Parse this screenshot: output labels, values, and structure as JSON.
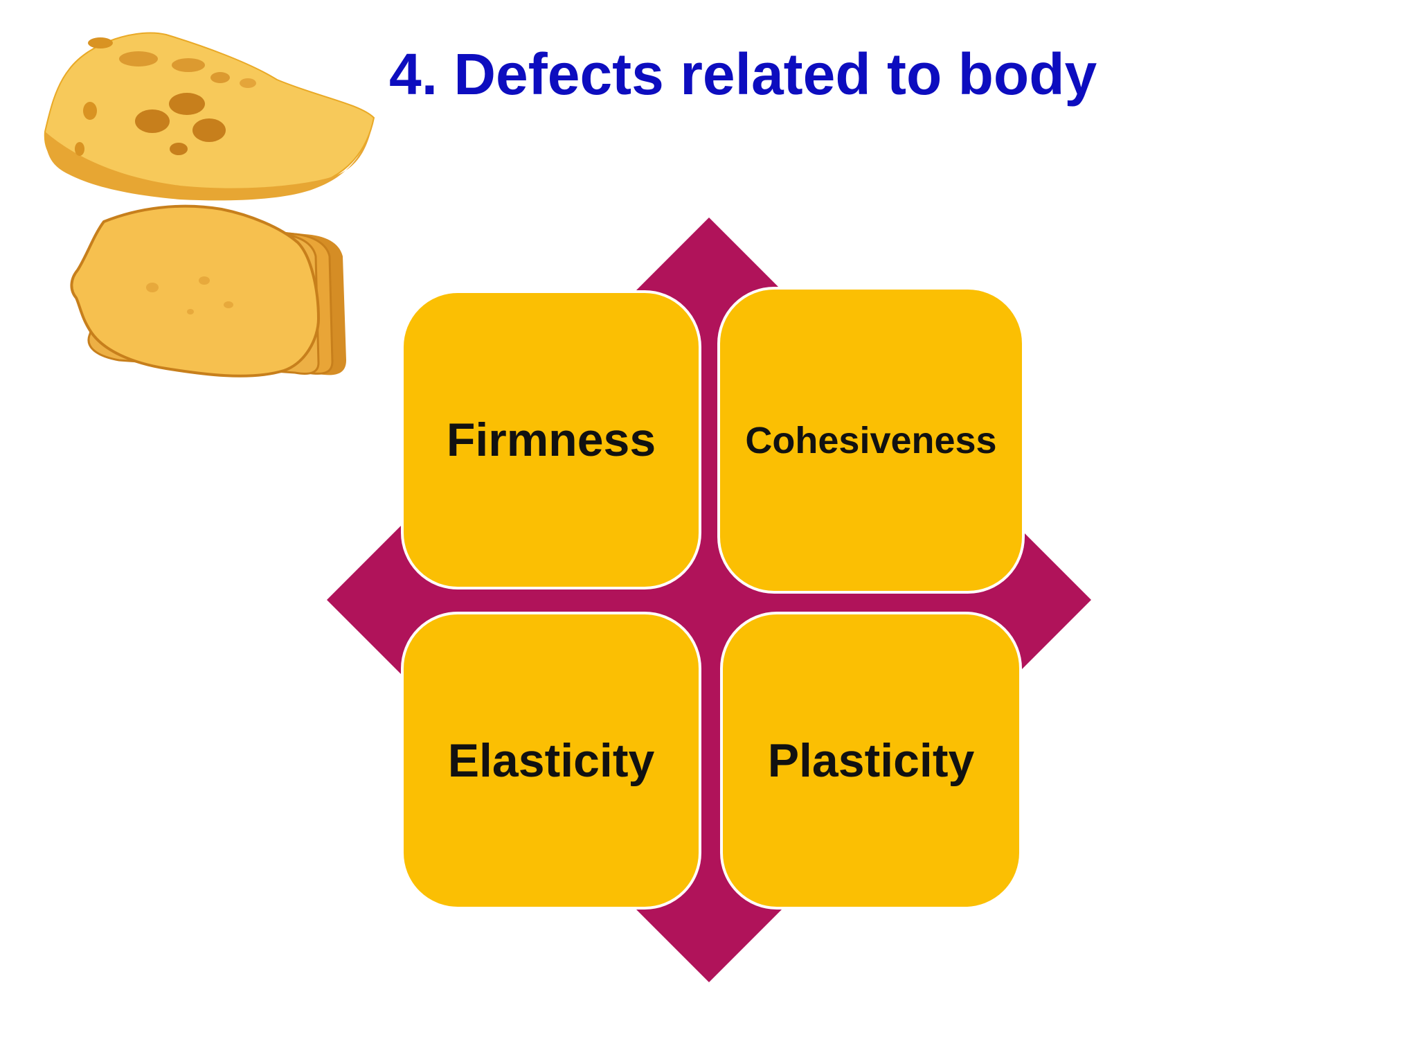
{
  "slide": {
    "title": "4. Defects related to body",
    "title_color": "#0d0dbf"
  },
  "decor": {
    "image": "cheese-wedge-and-slices",
    "diamond_color": "#b0135a",
    "tile_color": "#fbbf03",
    "tile_border_color": "#ffffff",
    "label_color": "#111111"
  },
  "matrix": {
    "items": [
      {
        "label": "Firmness"
      },
      {
        "label": "Cohesiveness"
      },
      {
        "label": "Elasticity"
      },
      {
        "label": "Plasticity"
      }
    ]
  }
}
